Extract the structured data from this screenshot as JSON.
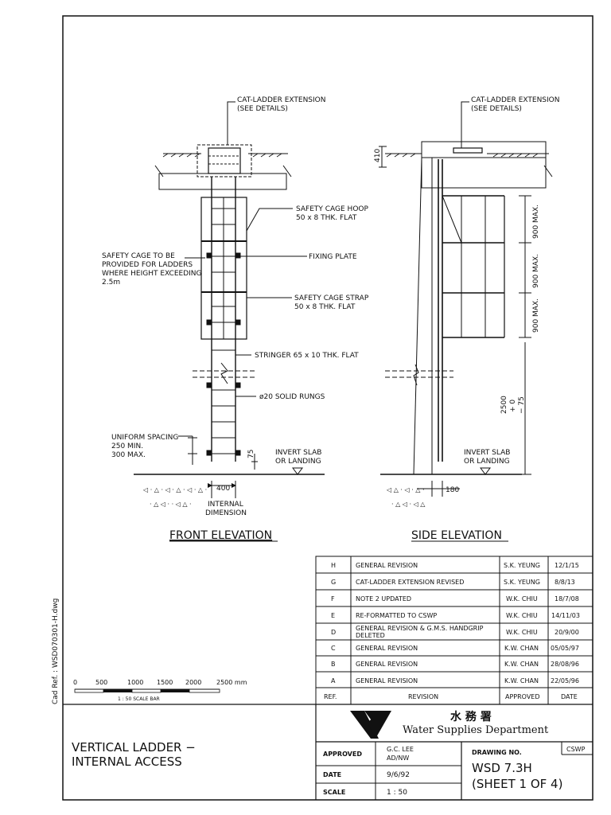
{
  "cad_ref": "Cad Ref. : WSD070301-H.dwg",
  "front": {
    "callout_extension_1": "CAT-LADDER EXTENSION",
    "callout_extension_2": "(SEE DETAILS)",
    "cage_note_1": "SAFETY CAGE TO BE",
    "cage_note_2": "PROVIDED FOR LADDERS",
    "cage_note_3": "WHERE HEIGHT EXCEEDING",
    "cage_note_4": "2.5m",
    "hoop_1": "SAFETY CAGE HOOP",
    "hoop_2": "50 x 8 THK. FLAT",
    "fixing_plate": "FIXING PLATE",
    "strap_1": "SAFETY CAGE STRAP",
    "strap_2": "50 x 8 THK. FLAT",
    "stringer": "STRINGER 65 x 10 THK. FLAT",
    "rungs": "ø20 SOLID RUNGS",
    "spacing_1": "UNIFORM SPACING",
    "spacing_2": "250 MIN.",
    "spacing_3": "300 MAX.",
    "dim_75": "75",
    "invert_1": "INVERT SLAB",
    "invert_2": "OR LANDING",
    "dim_400": "400",
    "internal_1": "INTERNAL",
    "internal_2": "DIMENSION",
    "title": "FRONT ELEVATION"
  },
  "side": {
    "callout_extension_1": "CAT-LADDER EXTENSION",
    "callout_extension_2": "(SEE DETAILS)",
    "dim_410": "410",
    "dim_900a": "900 MAX.",
    "dim_900b": "900 MAX.",
    "dim_900c": "900 MAX.",
    "dim_2500": "2500",
    "dim_plus": "+ 0",
    "dim_minus": "− 75",
    "invert_1": "INVERT SLAB",
    "invert_2": "OR LANDING",
    "dim_180": "180",
    "title": "SIDE ELEVATION"
  },
  "scale_bar": {
    "ticks": [
      "0",
      "500",
      "1000",
      "1500",
      "2000",
      "2500 mm"
    ],
    "caption": "1 : 50  SCALE BAR"
  },
  "revisions": {
    "rows": [
      {
        "ref": "H",
        "desc": "GENERAL REVISION",
        "by": "S.K. YEUNG",
        "date": "12/1/15"
      },
      {
        "ref": "G",
        "desc": "CAT-LADDER EXTENSION REVISED",
        "by": "S.K. YEUNG",
        "date": "8/8/13"
      },
      {
        "ref": "F",
        "desc": "NOTE 2 UPDATED",
        "by": "W.K. CHIU",
        "date": "18/7/08"
      },
      {
        "ref": "E",
        "desc": "RE-FORMATTED TO CSWP",
        "by": "W.K. CHIU",
        "date": "14/11/03"
      },
      {
        "ref": "D",
        "desc": "GENERAL REVISION & G.M.S. HANDGRIP",
        "desc2": "DELETED",
        "by": "W.K. CHIU",
        "date": "20/9/00"
      },
      {
        "ref": "C",
        "desc": "GENERAL REVISION",
        "by": "K.W. CHAN",
        "date": "05/05/97"
      },
      {
        "ref": "B",
        "desc": "GENERAL REVISION",
        "by": "K.W. CHAN",
        "date": "28/08/96"
      },
      {
        "ref": "A",
        "desc": "GENERAL REVISION",
        "by": "K.W. CHAN",
        "date": "22/05/96"
      }
    ],
    "header": {
      "ref": "REF.",
      "desc": "REVISION",
      "by": "APPROVED",
      "date": "DATE"
    }
  },
  "title_block": {
    "drawing_title_1": "VERTICAL LADDER −",
    "drawing_title_2": "INTERNAL ACCESS",
    "dept_chinese": "水 務 署",
    "dept_english": "Water Supplies Department",
    "approved_label": "APPROVED",
    "approved_name": "G.C. LEE",
    "approved_post": "AD/NW",
    "date_label": "DATE",
    "date_value": "9/6/92",
    "scale_label": "SCALE",
    "scale_value": "1 : 50",
    "drawing_no_label": "DRAWING NO.",
    "cswp": "CSWP",
    "drawing_no": "WSD  7.3H",
    "sheet": "(SHEET  1  OF  4)"
  }
}
